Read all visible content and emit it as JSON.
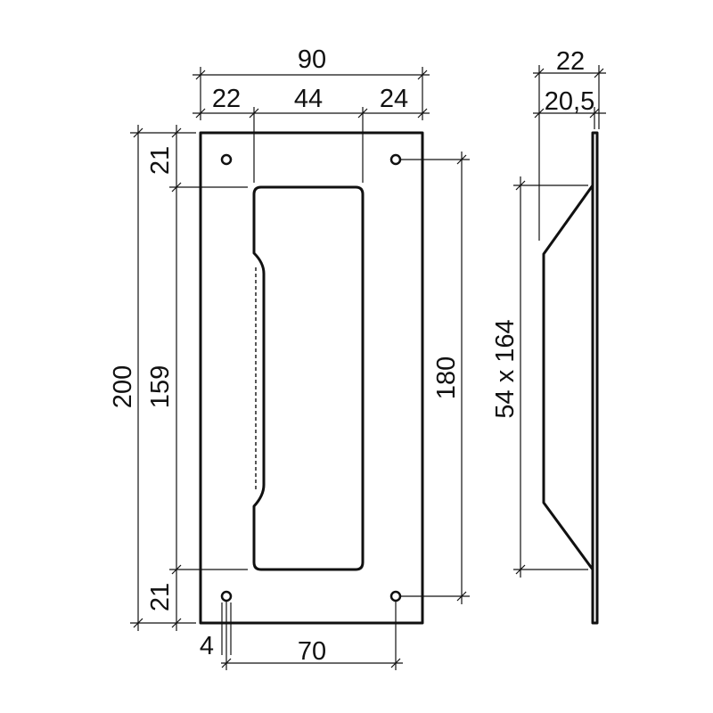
{
  "dimensions": {
    "overall_width": "90",
    "left_margin": "22",
    "recess_width": "44",
    "right_margin": "24",
    "overall_height": "200",
    "top_hole_offset": "21",
    "recess_height": "159",
    "bottom_hole_offset": "21",
    "hole_spacing_vertical": "180",
    "hole_offset_horizontal": "4",
    "hole_spacing_horizontal": "70",
    "side_depth_total": "22",
    "side_depth_inner": "20,5",
    "cutout_size": "54 x 164"
  }
}
